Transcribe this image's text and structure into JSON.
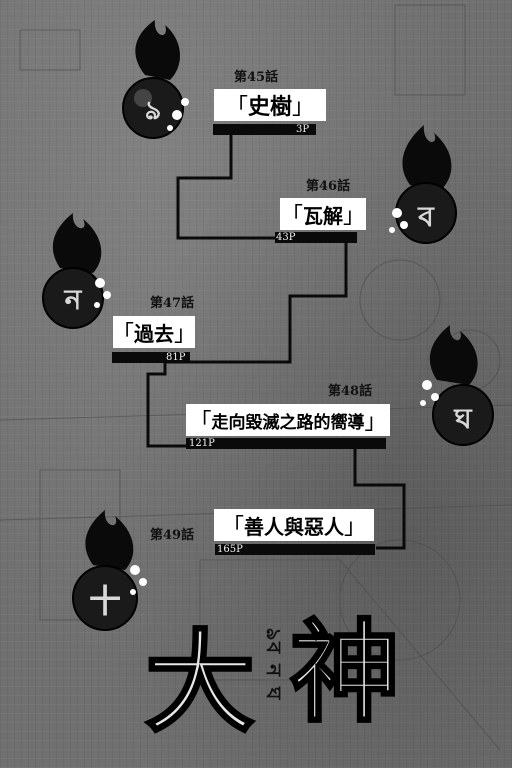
{
  "chapters": [
    {
      "episode": "第45話",
      "title": "史樹",
      "page": "3P",
      "glyph": "ঌ"
    },
    {
      "episode": "第46話",
      "title": "瓦解",
      "page": "43P",
      "glyph": "ব"
    },
    {
      "episode": "第47話",
      "title": "過去",
      "page": "81P",
      "glyph": "ন"
    },
    {
      "episode": "第48話",
      "title": "走向毀滅之路的嚮導",
      "page": "121P",
      "glyph": "ঘ"
    },
    {
      "episode": "第49話",
      "title": "善人與惡人",
      "page": "165P",
      "glyph": "十"
    }
  ],
  "brackets": {
    "open": "「",
    "close": "」"
  },
  "logo": {
    "main_left": "大",
    "main_right": "神",
    "sub": "ঌব ন ঘ"
  },
  "colors": {
    "line": "#0a0a0a",
    "bar": "#0a0a0a",
    "paper": "#707070"
  }
}
